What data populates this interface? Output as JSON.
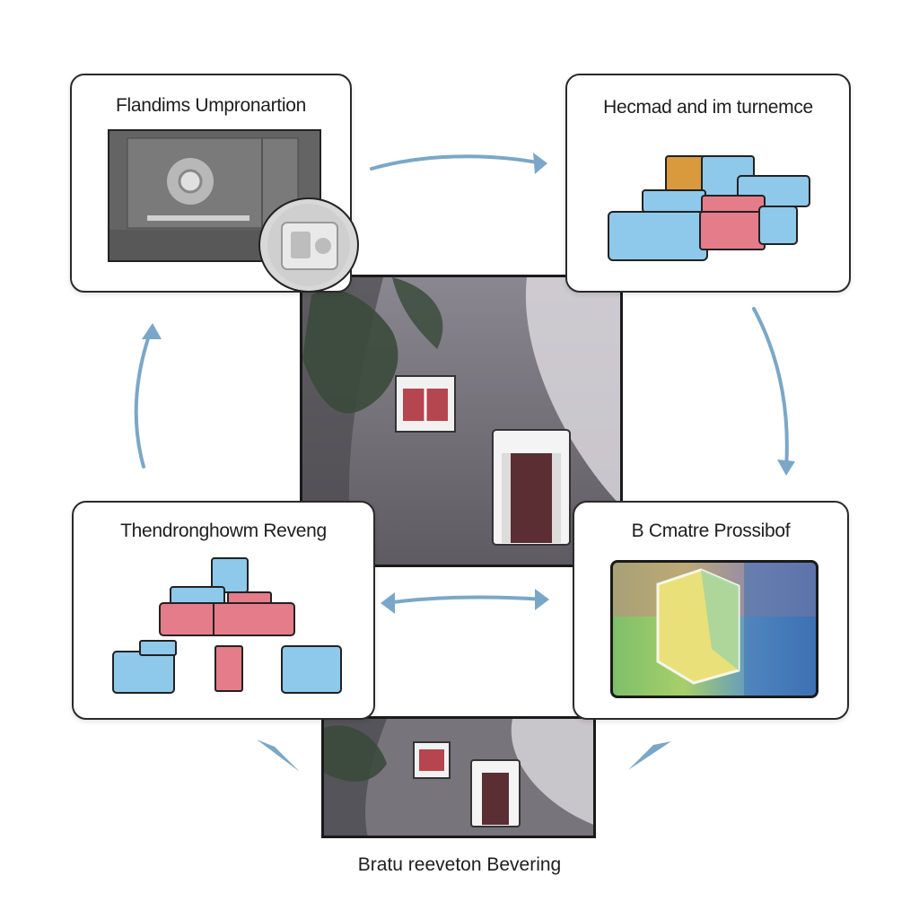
{
  "cards": {
    "top_left": {
      "title": "Flandims Umpronartion"
    },
    "top_right": {
      "title": "Hecmad and im turnemce"
    },
    "bottom_left": {
      "title": "Thendronghowm Reveng"
    },
    "bottom_right": {
      "title": "B Cmatre Prossibof"
    }
  },
  "caption": "Bratu reeveton Bevering",
  "colors": {
    "arrow": "#7aa7c7",
    "block_blue": "#8ec8ea",
    "block_pink": "#e57c8a",
    "block_orange": "#d99a3e",
    "road": "#6e6b72",
    "frame": "#1a1a1a"
  }
}
